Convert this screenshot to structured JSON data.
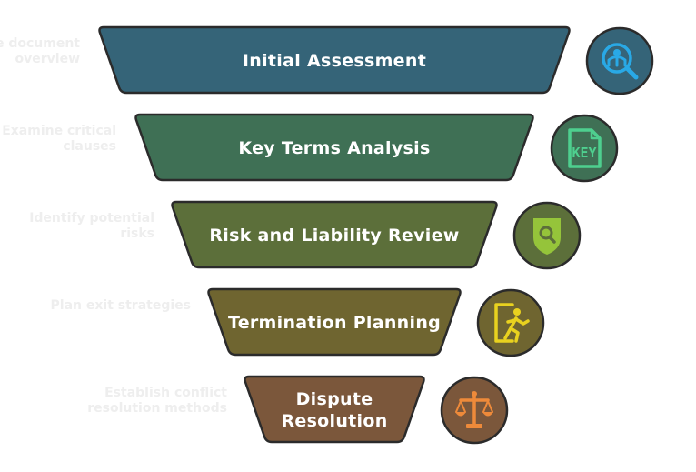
{
  "stages": [
    {
      "lines": [
        "Initial Assessment"
      ],
      "note": [
        "te document",
        "overview"
      ],
      "fill": "#356478",
      "icon": "search-document-icon",
      "icon_color": "#29a9e6"
    },
    {
      "lines": [
        "Key Terms Analysis"
      ],
      "note": [
        "Examine critical",
        "clauses"
      ],
      "fill": "#3f7055",
      "icon": "key-file-icon",
      "icon_color": "#4ecf8f"
    },
    {
      "lines": [
        "Risk and Liability Review"
      ],
      "note": [
        "Identify potential",
        "risks"
      ],
      "fill": "#5c6f3a",
      "icon": "shield-search-icon",
      "icon_color": "#95c43a"
    },
    {
      "lines": [
        "Termination Planning"
      ],
      "note": [
        "Plan exit strategies"
      ],
      "fill": "#6f6530",
      "icon": "exit-door-icon",
      "icon_color": "#e9d21f"
    },
    {
      "lines": [
        "Dispute",
        "Resolution"
      ],
      "note": [
        "Establish conflict",
        "resolution methods"
      ],
      "fill": "#7b573b",
      "icon": "scales-icon",
      "icon_color": "#ee8a3a"
    }
  ],
  "colors": {
    "outline": "#2b2b2b",
    "text": "#ffffff",
    "note": "#eeeeee"
  }
}
